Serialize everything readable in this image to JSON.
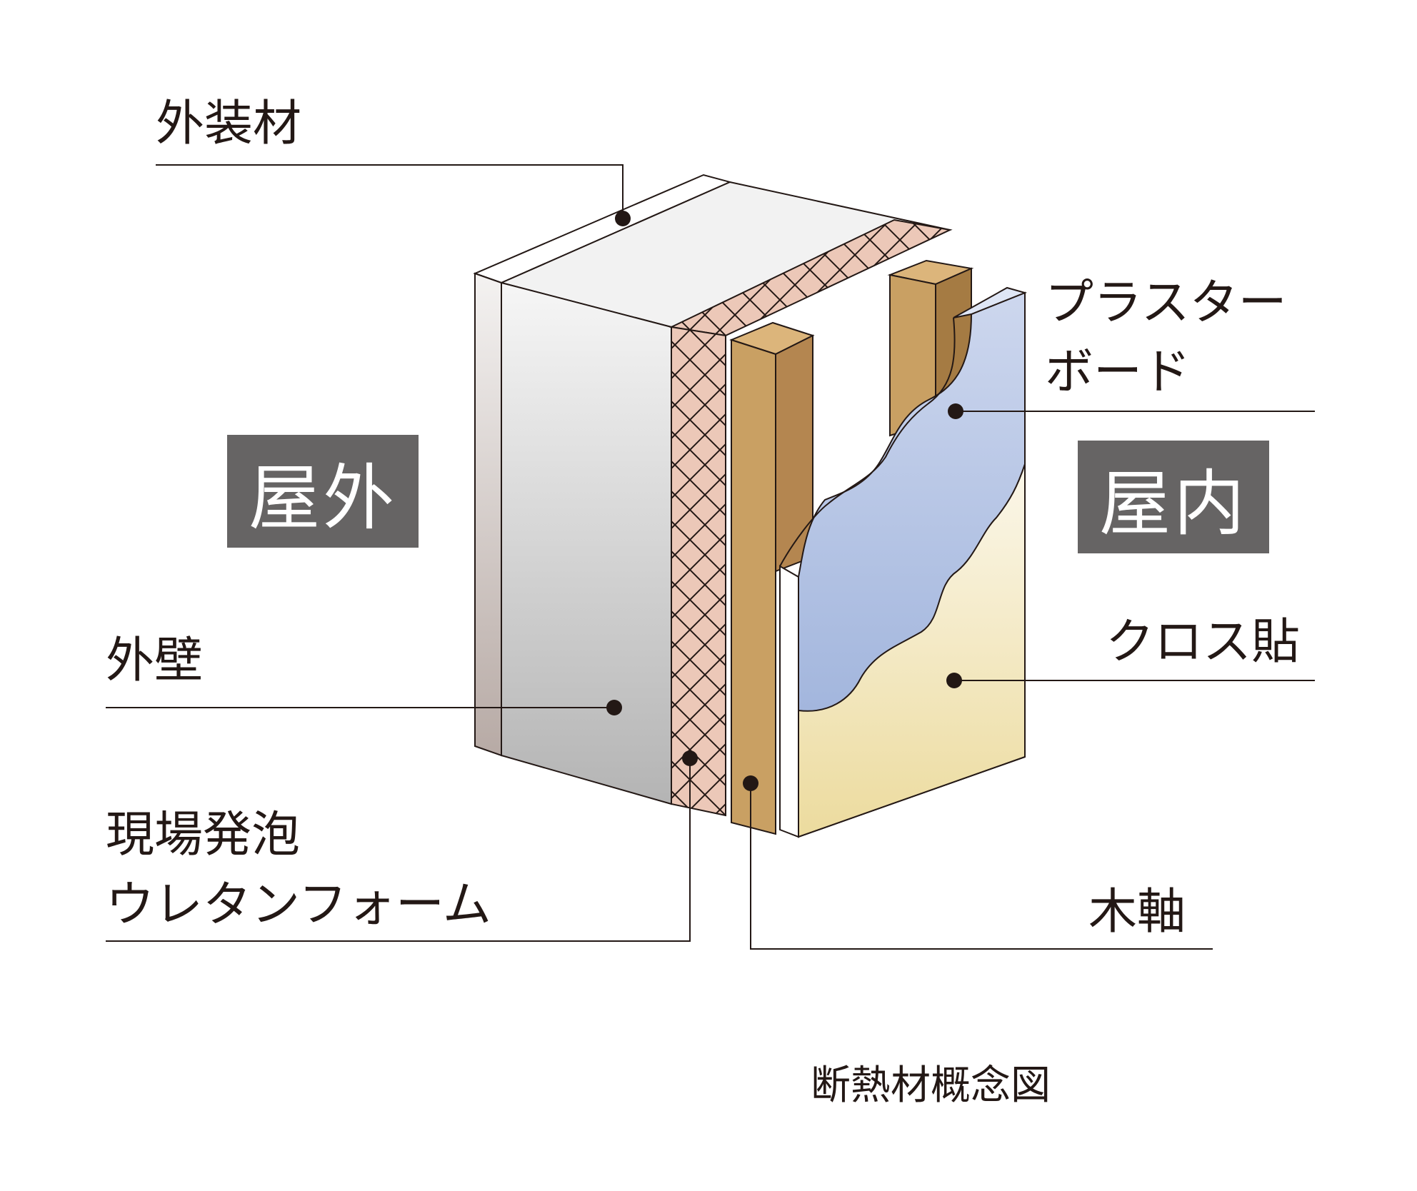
{
  "labels": {
    "exterior_finish": "外装材",
    "outer_wall": "外壁",
    "urethan_line1": "現場発泡",
    "urethan_line2": "ウレタンフォーム",
    "plaster_line1": "プラスター",
    "plaster_line2": "ボード",
    "cloth": "クロス貼",
    "wood_frame": "木軸"
  },
  "badges": {
    "outdoor": "屋外",
    "indoor": "屋内"
  },
  "caption": "断熱材概念図",
  "colors": {
    "badge_bg": "#666464",
    "text": "#231815",
    "insulation": "#ecc8b8",
    "wood": "#c9a063",
    "plasterboard": "#a3b5dc",
    "cloth": "#f2e6b4"
  }
}
